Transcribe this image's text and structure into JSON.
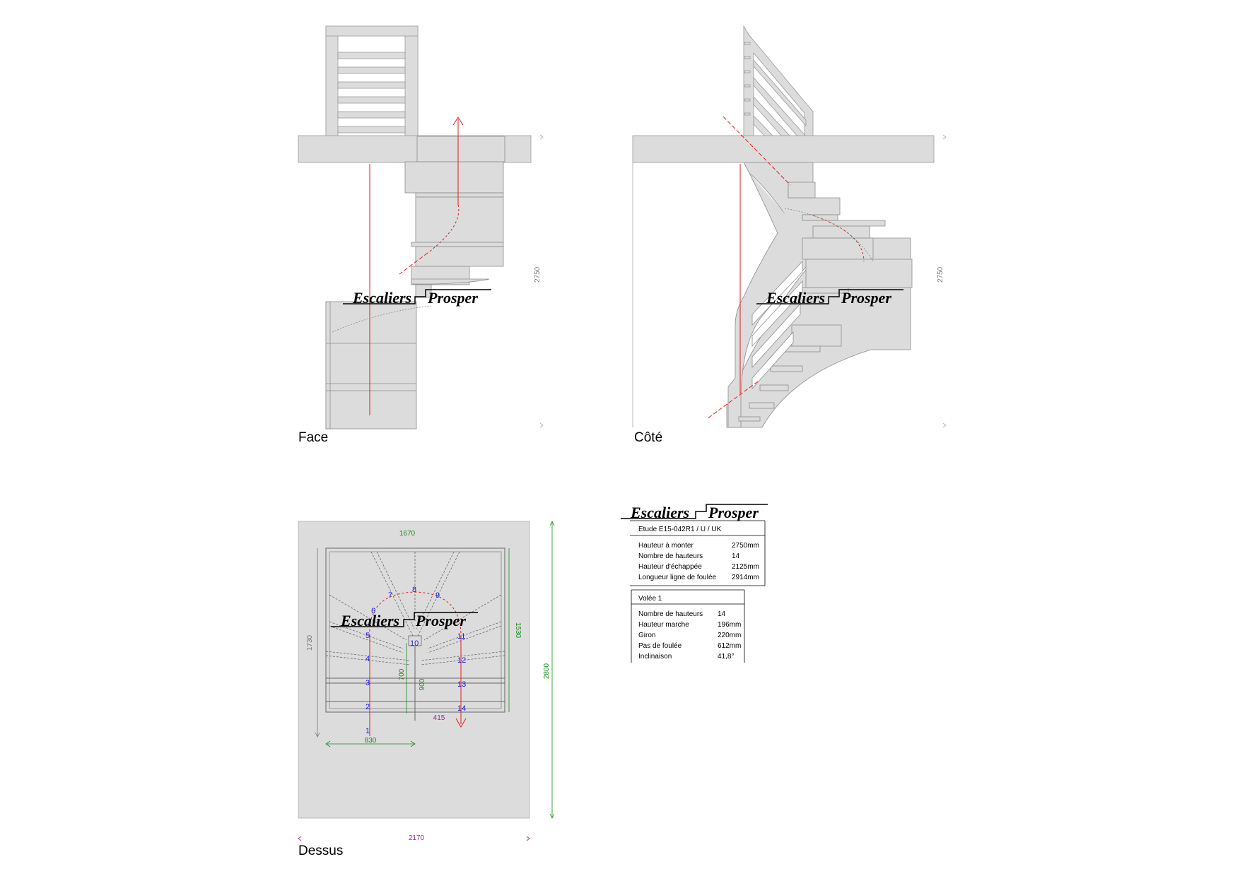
{
  "brand": {
    "word1": "Escaliers",
    "word2": "Prosper"
  },
  "views": {
    "face": "Face",
    "cote": "Côté",
    "dessus": "Dessus"
  },
  "dimensions": {
    "height_face": "2750",
    "height_cote": "2750",
    "top_width": "1670",
    "top_total_depth": "2800",
    "top_total_width": "2170",
    "top_left_length": "1730",
    "top_right_length": "1530",
    "top_flight_width": "830",
    "top_center_a": "700",
    "top_center_b": "900",
    "top_offset": "415"
  },
  "step_numbers": [
    "1",
    "2",
    "3",
    "4",
    "5",
    "6",
    "7",
    "8",
    "9",
    "10",
    "11",
    "12",
    "13",
    "14"
  ],
  "study": {
    "title": "Etude E15-042R1 / U / UK",
    "rows": [
      {
        "label": "Hauteur à monter",
        "value": "2750mm"
      },
      {
        "label": "Nombre de hauteurs",
        "value": "14"
      },
      {
        "label": "Hauteur d'échappée",
        "value": "2125mm"
      },
      {
        "label": "Longueur ligne de foulée",
        "value": "2914mm"
      }
    ]
  },
  "flight": {
    "title": "Volée 1",
    "rows": [
      {
        "label": "Nombre de hauteurs",
        "value": "14"
      },
      {
        "label": "Hauteur marche",
        "value": "196mm"
      },
      {
        "label": "Giron",
        "value": "220mm"
      },
      {
        "label": "Pas de foulée",
        "value": "612mm"
      },
      {
        "label": "Inclinaison",
        "value": "41,8°"
      }
    ]
  },
  "colors": {
    "panel": "#dcdcdc",
    "stroke": "#8c8c8c",
    "walkline": "#e01e1e",
    "step_number": "#1a1ad0",
    "dim_green": "#1a8a1a",
    "dim_purple": "#a0229a"
  }
}
